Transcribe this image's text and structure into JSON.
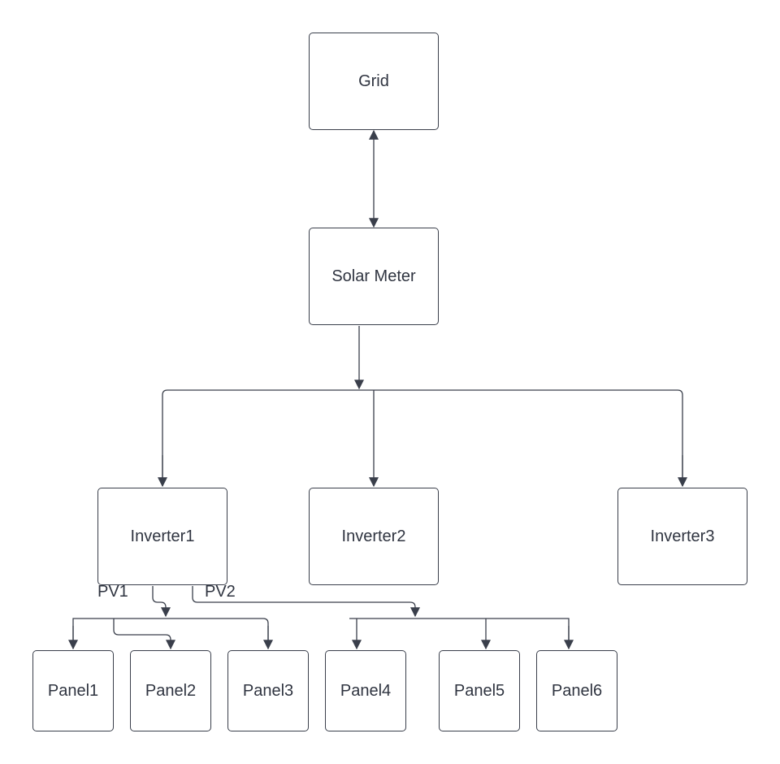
{
  "diagram": {
    "nodes": {
      "grid": "Grid",
      "solar_meter": "Solar Meter",
      "inverter1": "Inverter1",
      "inverter2": "Inverter2",
      "inverter3": "Inverter3",
      "panel1": "Panel1",
      "panel2": "Panel2",
      "panel3": "Panel3",
      "panel4": "Panel4",
      "panel5": "Panel5",
      "panel6": "Panel6"
    },
    "edge_labels": {
      "pv1": "PV1",
      "pv2": "PV2"
    },
    "colors": {
      "line": "#3a3f4b",
      "text": "#2f3440",
      "background": "#ffffff"
    }
  }
}
